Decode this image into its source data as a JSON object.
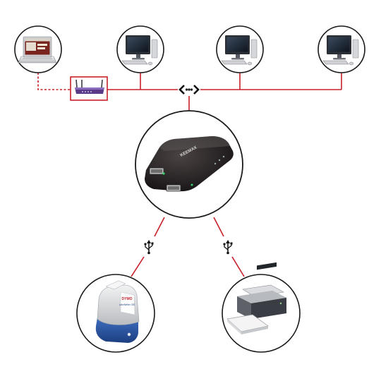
{
  "diagram": {
    "nodes": [
      {
        "id": "laptop",
        "kind": "laptop",
        "icon": "laptop-icon"
      },
      {
        "id": "pc-1",
        "kind": "desktop",
        "icon": "desktop-computer-icon"
      },
      {
        "id": "pc-2",
        "kind": "desktop",
        "icon": "desktop-computer-icon"
      },
      {
        "id": "pc-3",
        "kind": "desktop",
        "icon": "desktop-computer-icon"
      },
      {
        "id": "router",
        "kind": "wireless-router",
        "icon": "wireless-router-icon"
      },
      {
        "id": "usb-server",
        "kind": "usb-device-server",
        "icon": "usb-server-icon",
        "brand_text": "KEEMAX"
      },
      {
        "id": "label-printer",
        "kind": "label-printer",
        "icon": "label-printer-icon",
        "brand_text": "DYMO",
        "model_text": "LabelWriter 330"
      },
      {
        "id": "large-printer",
        "kind": "wide-format-printer",
        "icon": "wide-format-printer-icon"
      }
    ],
    "links": [
      {
        "from": "laptop",
        "to": "router",
        "style": "dashed",
        "medium": "wireless"
      },
      {
        "from": "router",
        "to": "network-bus",
        "style": "solid",
        "medium": "ethernet"
      },
      {
        "from": "pc-1",
        "to": "network-bus",
        "style": "solid",
        "medium": "ethernet"
      },
      {
        "from": "pc-2",
        "to": "network-bus",
        "style": "solid",
        "medium": "ethernet"
      },
      {
        "from": "pc-3",
        "to": "network-bus",
        "style": "solid",
        "medium": "ethernet"
      },
      {
        "from": "network-bus",
        "to": "usb-server",
        "style": "solid",
        "medium": "ethernet"
      },
      {
        "from": "usb-server",
        "to": "label-printer",
        "style": "solid",
        "medium": "usb"
      },
      {
        "from": "usb-server",
        "to": "large-printer",
        "style": "solid",
        "medium": "usb"
      }
    ],
    "symbols": [
      {
        "id": "ethernet-symbol",
        "icon": "ethernet-network-icon"
      },
      {
        "id": "usb-symbol-left",
        "icon": "usb-icon"
      },
      {
        "id": "usb-symbol-right",
        "icon": "usb-icon"
      }
    ],
    "colors": {
      "link": "#c8202a",
      "circle_border": "#1a1a1a",
      "device_dark": "#2a2526",
      "screen_dark": "#1c2430",
      "router_purple": "#5a3a86"
    }
  }
}
